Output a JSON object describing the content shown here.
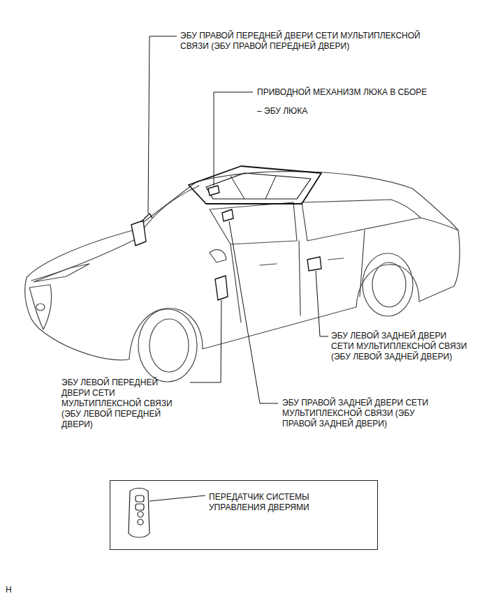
{
  "diagram": {
    "nodes": [
      {
        "text": [
          "ПЕРЕДАТЧИК СИСТЕМЫ УПРАВЛЕНИЯ ДВЕРЯМИ"
        ]
      }
    ],
    "labels": [
      "ЭБУ ПРАВОЙ ПЕРЕДНЕЙ ДВЕРИ СЕТИ МУЛЬТИПЛЕКСНОЙ СВЯЗИ (ЭБУ ПРАВОЙ ПЕРЕДНЕЙ ДВЕРИ)",
      "ПРИВОДНОЙ МЕХАНИЗМ ЛЮКА В СБОРЕ",
      "– ЭБУ ЛЮКА",
      "ЭБУ ЛЕВОЙ ЗАДНЕЙ ДВЕРИ СЕТИ МУЛЬТИПЛЕКСНОЙ СВЯЗИ (ЭБУ ЛЕВОЙ ЗАДНЕЙ ДВЕРИ)",
      "ЭБУ ЛЕВОЙ ПЕРЕДНЕЙ ДВЕРИ СЕТИ МУЛЬТИПЛЕКСНОЙ СВЯЗИ (ЭБУ ЛЕВОЙ ПЕРЕДНЕЙ ДВЕРИ)",
      "ЭБУ ПРАВОЙ ЗАДНЕЙ ДВЕРИ СЕТИ МУЛЬТИПЛЕКСНОЙ СВЯЗИ (ЭБУ ПРАВОЙ ЗАДНЕЙ ДВЕРИ)",
      "H"
    ]
  }
}
